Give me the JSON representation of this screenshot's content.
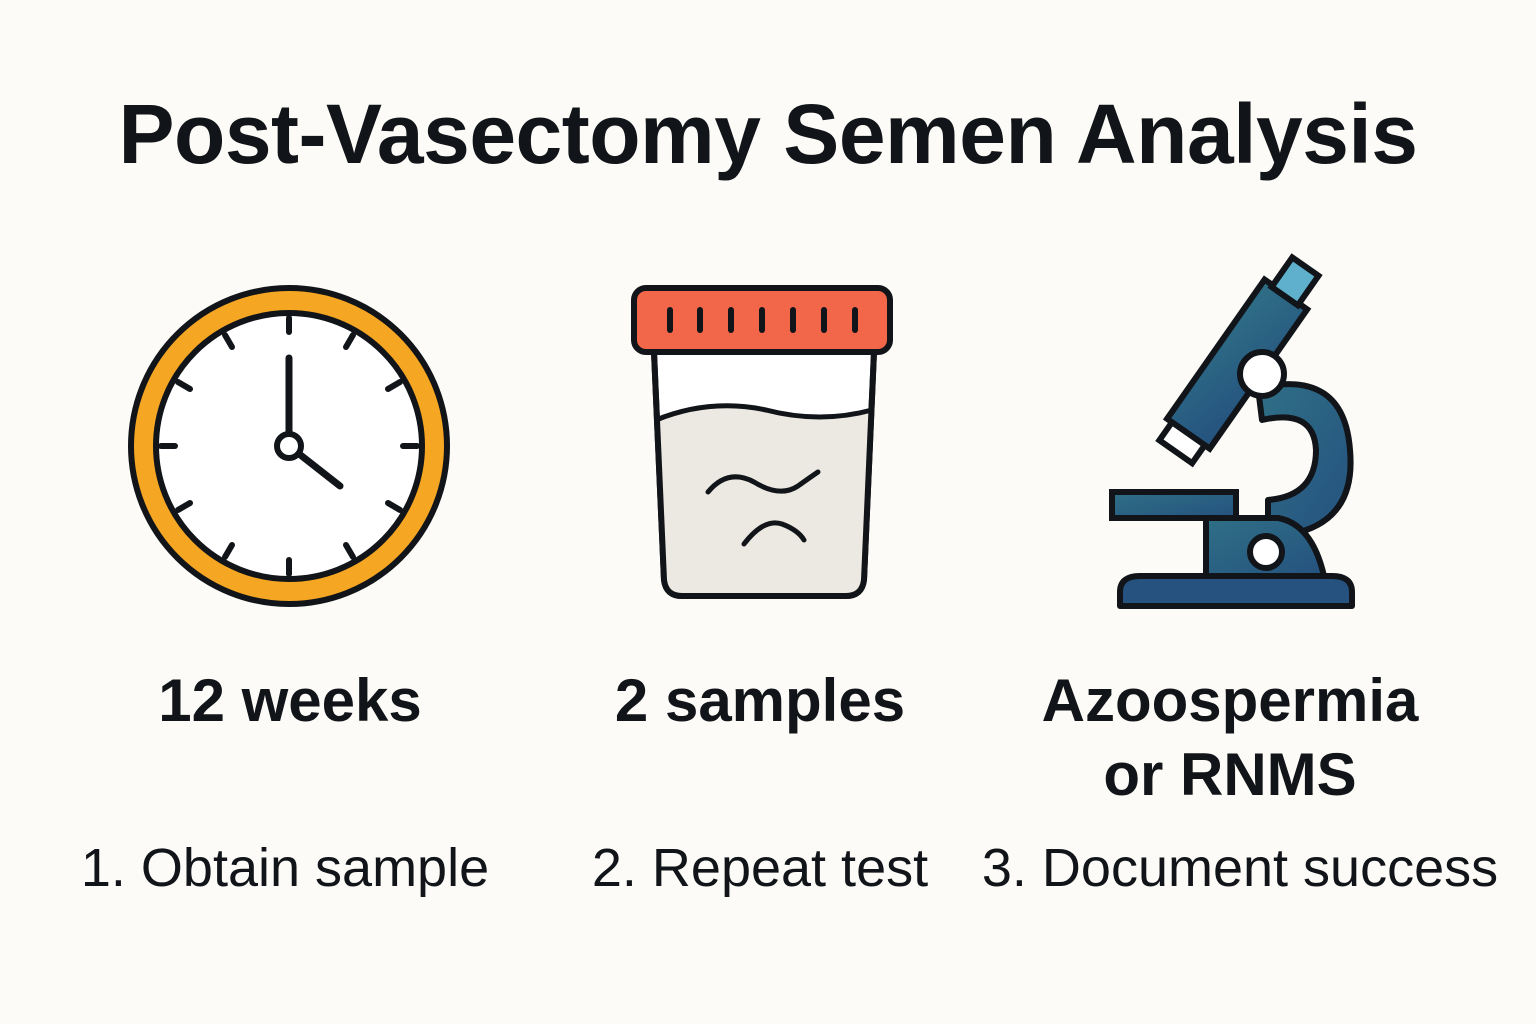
{
  "title": "Post-Vasectomy Semen Analysis",
  "steps": [
    {
      "icon": "clock-icon",
      "value_lines": [
        "12 weeks"
      ],
      "label": "1. Obtain sample"
    },
    {
      "icon": "sample-cup-icon",
      "value_lines": [
        "2 samples"
      ],
      "label": "2. Repeat test"
    },
    {
      "icon": "microscope-icon",
      "value_lines": [
        "Azoospermia",
        "or RNMS"
      ],
      "label": "3. Document success"
    }
  ],
  "colors": {
    "background": "#fcfbf7",
    "text": "#111418",
    "clock_ring": "#f5a623",
    "cup_lid": "#f2664a",
    "cup_body": "#ebe9e1",
    "microscope_blue": "#25527f",
    "microscope_teal": "#2f6f86",
    "eyepiece": "#5fb0cc"
  }
}
